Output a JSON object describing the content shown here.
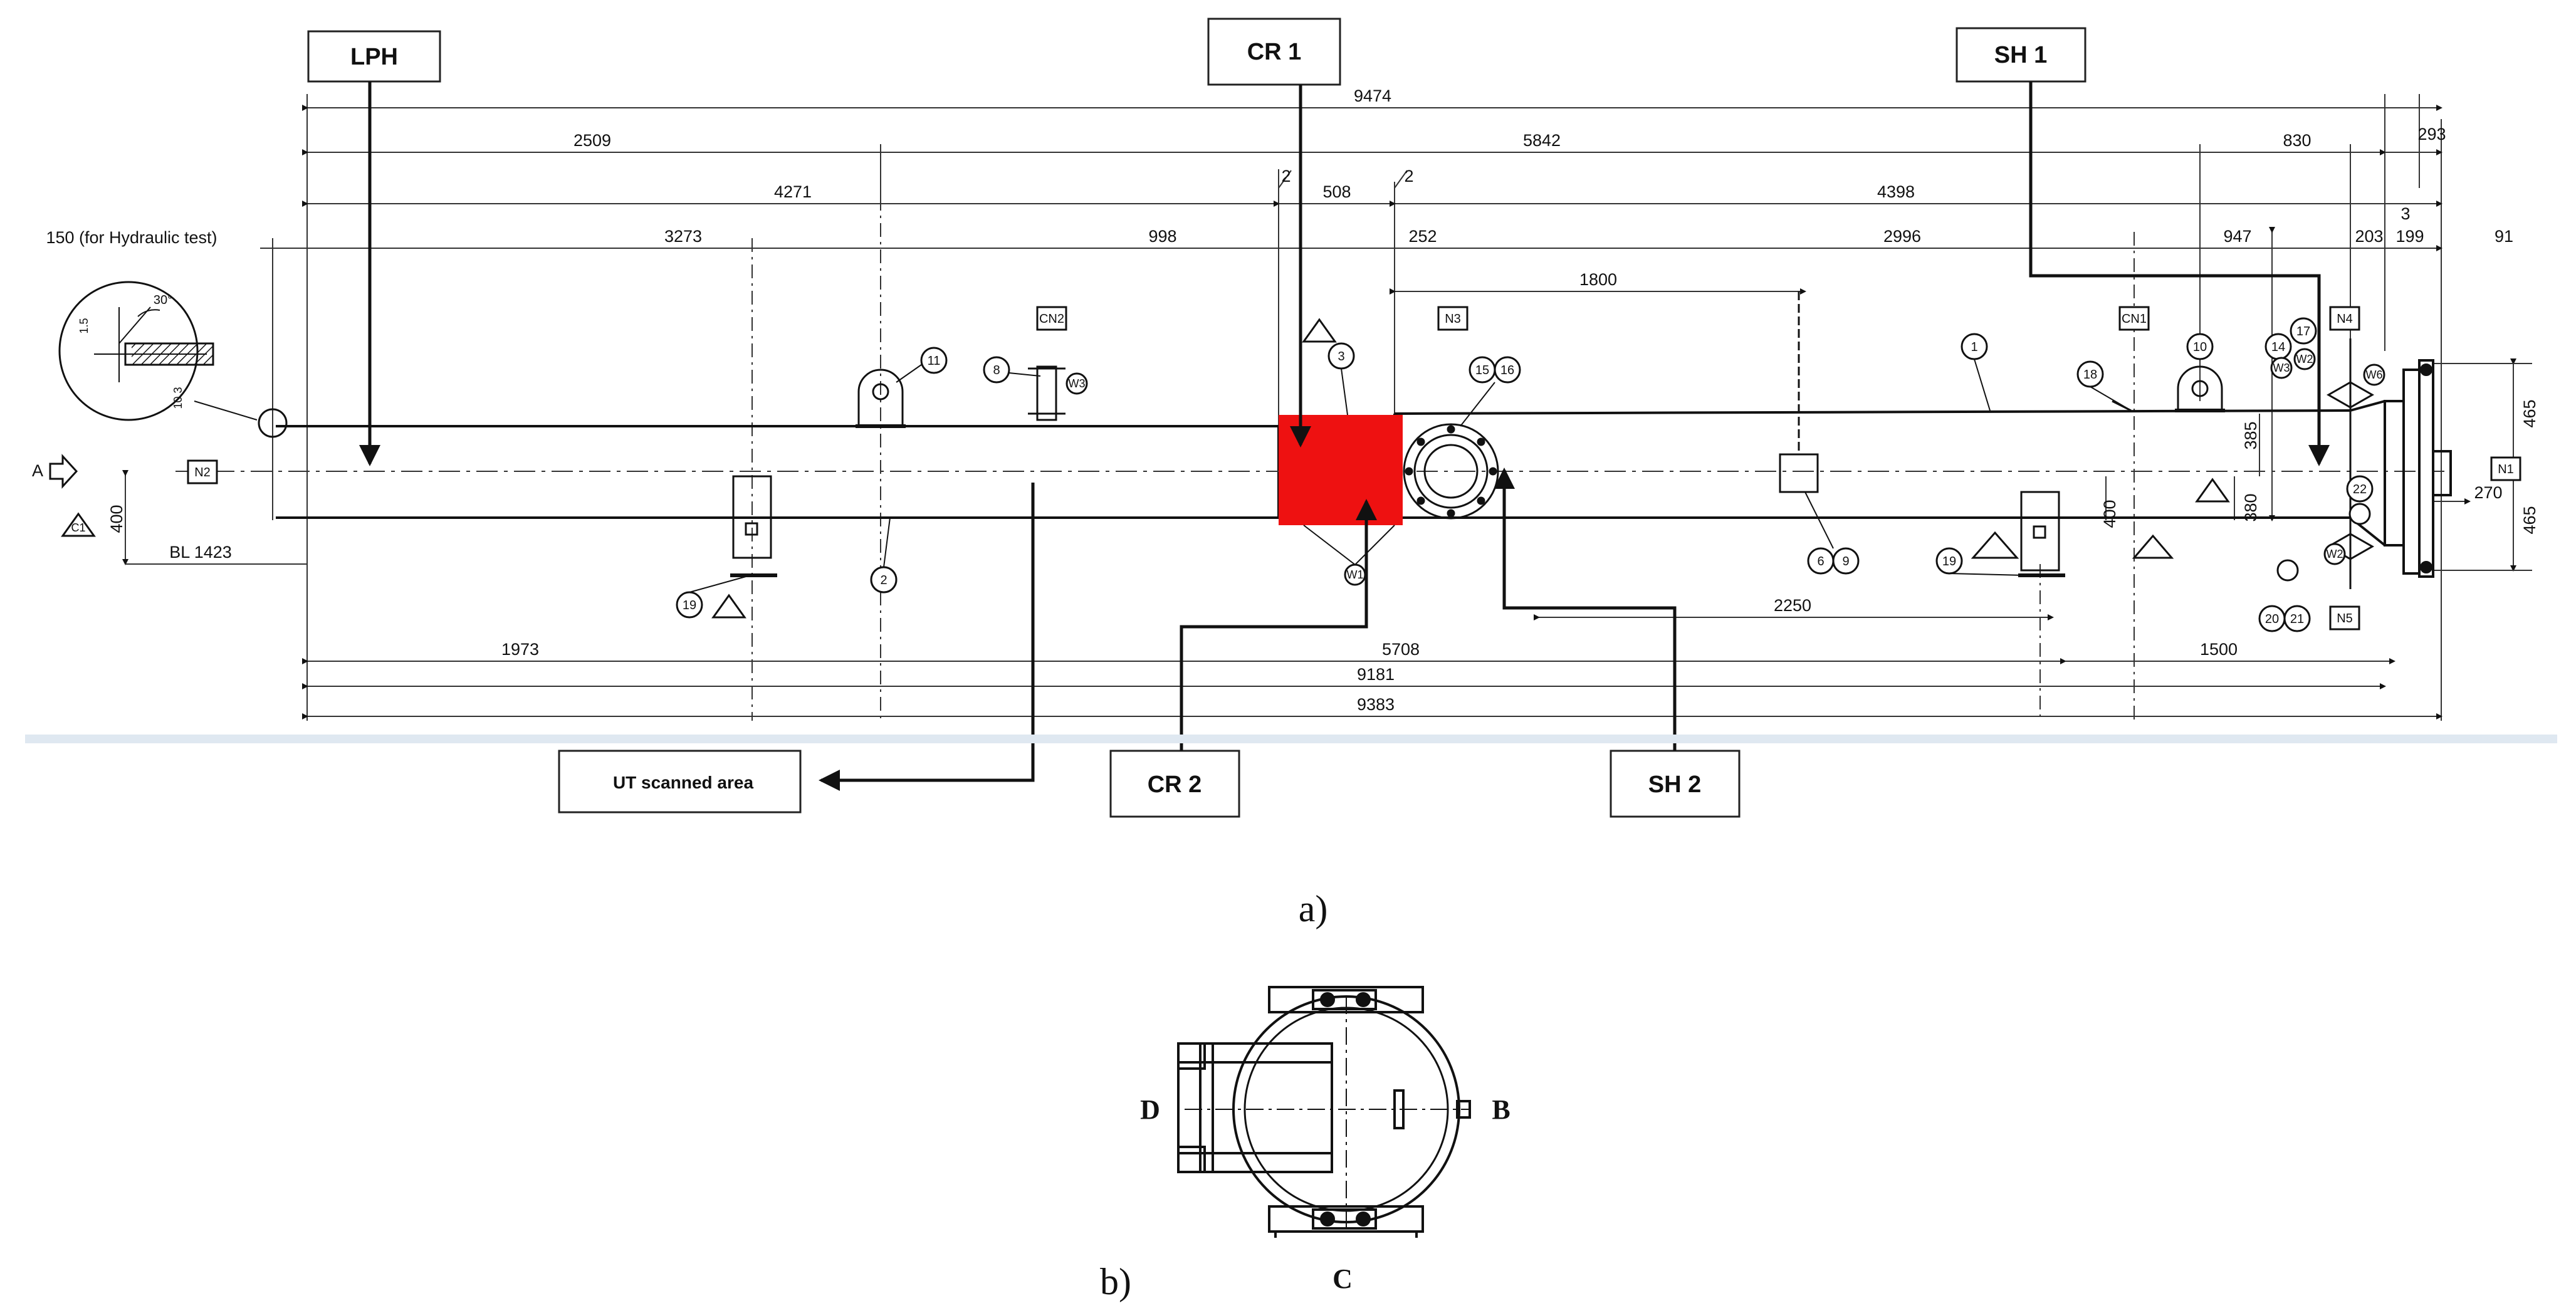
{
  "labels": {
    "lph": "LPH",
    "cr1": "CR 1",
    "sh1": "SH 1",
    "cr2": "CR 2",
    "sh2": "SH 2",
    "ut_area": "UT scanned area"
  },
  "dimensions": {
    "d9474": "9474",
    "d2509": "2509",
    "d5842": "5842",
    "d830": "830",
    "d293": "293",
    "d4271": "4271",
    "d2a": "2",
    "d508": "508",
    "d2b": "2",
    "d4398": "4398",
    "d3": "3",
    "hydraulic": "150 (for Hydraulic test)",
    "d3273": "3273",
    "d998": "998",
    "d252": "252",
    "d2996": "2996",
    "d947": "947",
    "d203": "203",
    "d199": "199",
    "d91": "91",
    "d1800": "1800",
    "d465a": "465",
    "d385": "385",
    "d380": "380",
    "d270": "270",
    "d465b": "465",
    "d400a": "400",
    "d400b": "400",
    "bl": "BL 1423",
    "d2250": "2250",
    "d1973": "1973",
    "d5708": "5708",
    "d1500": "1500",
    "d9181": "9181",
    "d9383": "9383",
    "det_15": "1.5",
    "det_30": "30°",
    "det_103": "10.3"
  },
  "markers": {
    "a": "A",
    "n1": "N1",
    "n2": "N2",
    "n3": "N3",
    "n4": "N4",
    "n5": "N5",
    "cn1": "CN1",
    "cn2": "CN2",
    "w1": "W1",
    "w2": "W2",
    "w3": "W3",
    "w4": "W3",
    "w6": "W6",
    "c1": "C1",
    "i1": "1",
    "i2": "2",
    "i3": "3",
    "i6": "6",
    "i8": "8",
    "i9": "9",
    "i10": "10",
    "i11": "11",
    "i14": "14",
    "i15": "15",
    "i16": "16",
    "i17": "17",
    "i18": "18",
    "i19a": "19",
    "i19b": "19",
    "i20": "20",
    "i21": "21",
    "i22": "22"
  },
  "captions": {
    "a": "a)",
    "b": "b)"
  },
  "view_b": {
    "d": "D",
    "b": "B",
    "c": "C"
  },
  "colors": {
    "highlight": "#ee1111",
    "line": "#111111",
    "separator": "#dfe8f1"
  }
}
